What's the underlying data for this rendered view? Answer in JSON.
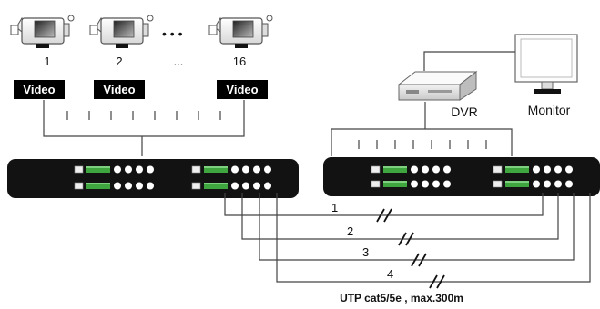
{
  "cameras": [
    {
      "id": "camera-1",
      "label": "1"
    },
    {
      "id": "camera-2",
      "label": "2"
    },
    {
      "id": "camera-16",
      "label": "16"
    }
  ],
  "camera_dots": "• • •",
  "camera_gap_label": "...",
  "video_badge": "Video",
  "dvr_label": "DVR",
  "monitor_label": "Monitor",
  "cable_labels": [
    "1",
    "2",
    "3",
    "4"
  ],
  "utp_caption": "UTP cat5/5e , max.300m"
}
